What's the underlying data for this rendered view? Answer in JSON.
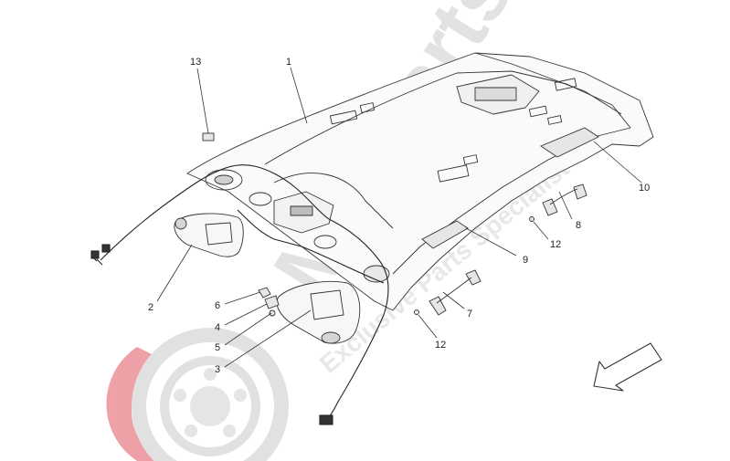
{
  "watermark": {
    "brand": "Masparts",
    "tagline": "Exclusive Parts Specialist",
    "brand_color": "#e0565e",
    "wheel_color": "#c9c9c9"
  },
  "callouts": {
    "c1": "1",
    "c2": "2",
    "c3": "3",
    "c4": "4",
    "c5": "5",
    "c6": "6",
    "c7": "7",
    "c8": "8",
    "c9": "9",
    "c10": "10",
    "c12a": "12",
    "c12b": "12",
    "c13": "13"
  },
  "direction_arrow": {
    "icon": "front-direction-arrow-icon"
  }
}
